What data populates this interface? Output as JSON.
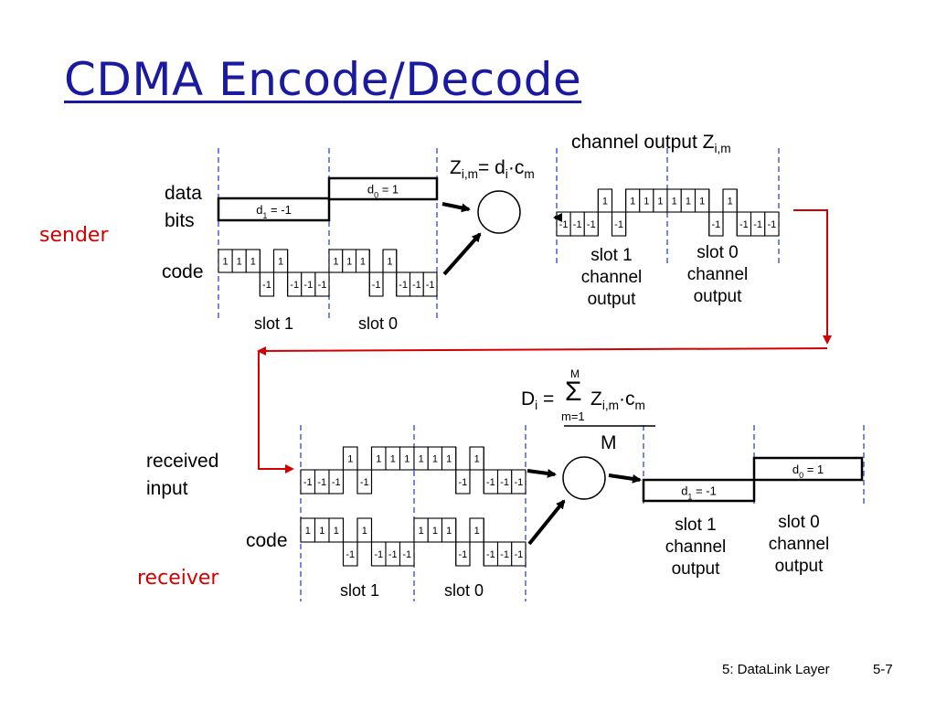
{
  "title": "CDMA Encode/Decode",
  "labels": {
    "sender": "sender",
    "receiver": "receiver",
    "data_bits_line1": "data",
    "data_bits_line2": "bits",
    "code": "code",
    "received_input_line1": "received",
    "received_input_line2": "input",
    "slot1": "slot 1",
    "slot0": "slot 0",
    "channel": "channel",
    "output": "output",
    "channel_output": "channel output Z",
    "channel_output_sub": "i,m",
    "M": "M"
  },
  "encode_formula": {
    "lhs": "Z",
    "lhs_sub": "i,m",
    "eq": "= d",
    "d_sub": "i",
    "dot": "·c",
    "c_sub": "m"
  },
  "decode_formula": {
    "D": "D",
    "D_sub": "i",
    "eq": " = ",
    "sigma": "Σ",
    "upper": "M",
    "lower": "m=1",
    "Z": "Z",
    "Z_sub": "i,m",
    "dot": "·c",
    "c_sub": "m",
    "denominator": "M"
  },
  "data_bits": {
    "d1_label": "d",
    "d1_sub": "1",
    "d1_value": " = -1",
    "d0_label": "d",
    "d0_sub": "0",
    "d0_value": " = 1"
  },
  "code_sequence": [
    1,
    1,
    1,
    -1,
    1,
    -1,
    -1,
    -1
  ],
  "slot1_output": [
    -1,
    -1,
    -1,
    1,
    -1,
    1,
    1,
    1
  ],
  "slot0_output": [
    1,
    1,
    1,
    -1,
    1,
    -1,
    -1,
    -1
  ],
  "footer": {
    "chapter": "5: DataLink Layer",
    "page": "5-7"
  },
  "colors": {
    "title": "#1a1aa0",
    "accent_red": "#d40000",
    "dashed": "#3344cc"
  }
}
